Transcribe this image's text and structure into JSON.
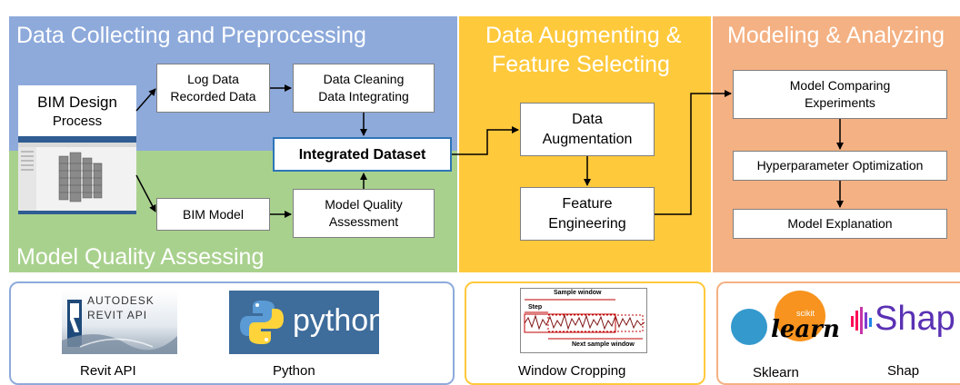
{
  "colors": {
    "blue_panel": "#8EAADB",
    "green_panel": "#A9D18E",
    "yellow_panel": "#FFC93C",
    "orange_panel": "#F4B183",
    "highlight_border": "#2E75B6"
  },
  "panels": {
    "data_collecting": "Data Collecting and Preprocessing",
    "model_quality": "Model Quality Assessing",
    "augmenting_line1": "Data Augmenting &",
    "augmenting_line2": "Feature Selecting",
    "modeling": "Modeling & Analyzing"
  },
  "boxes": {
    "bim_design_line1": "BIM Design",
    "bim_design_line2": "Process",
    "log_data_line1": "Log Data",
    "log_data_line2": "Recorded Data",
    "cleaning_line1": "Data Cleaning",
    "cleaning_line2": "Data Integrating",
    "integrated": "Integrated Dataset",
    "bim_model": "BIM Model",
    "quality_line1": "Model Quality",
    "quality_line2": "Assessment",
    "augmentation_line1": "Data",
    "augmentation_line2": "Augmentation",
    "feature_line1": "Feature",
    "feature_line2": "Engineering",
    "comparing_line1": "Model Comparing",
    "comparing_line2": "Experiments",
    "hyperparameter": "Hyperparameter Optimization",
    "explanation": "Model Explanation"
  },
  "tools": {
    "revit_logo_line1": "AUTODESK",
    "revit_logo_line2": "REVIT API",
    "revit_label": "Revit API",
    "python_logo": "python",
    "python_label": "Python",
    "window_sample": "Sample window",
    "window_step": "Step",
    "window_next": "Next sample window",
    "window_label": "Window Cropping",
    "sklearn_logo_small": "scikit",
    "sklearn_logo": "learn",
    "sklearn_label": "Sklearn",
    "shap_logo": "Shap",
    "shap_label": "Shap"
  }
}
